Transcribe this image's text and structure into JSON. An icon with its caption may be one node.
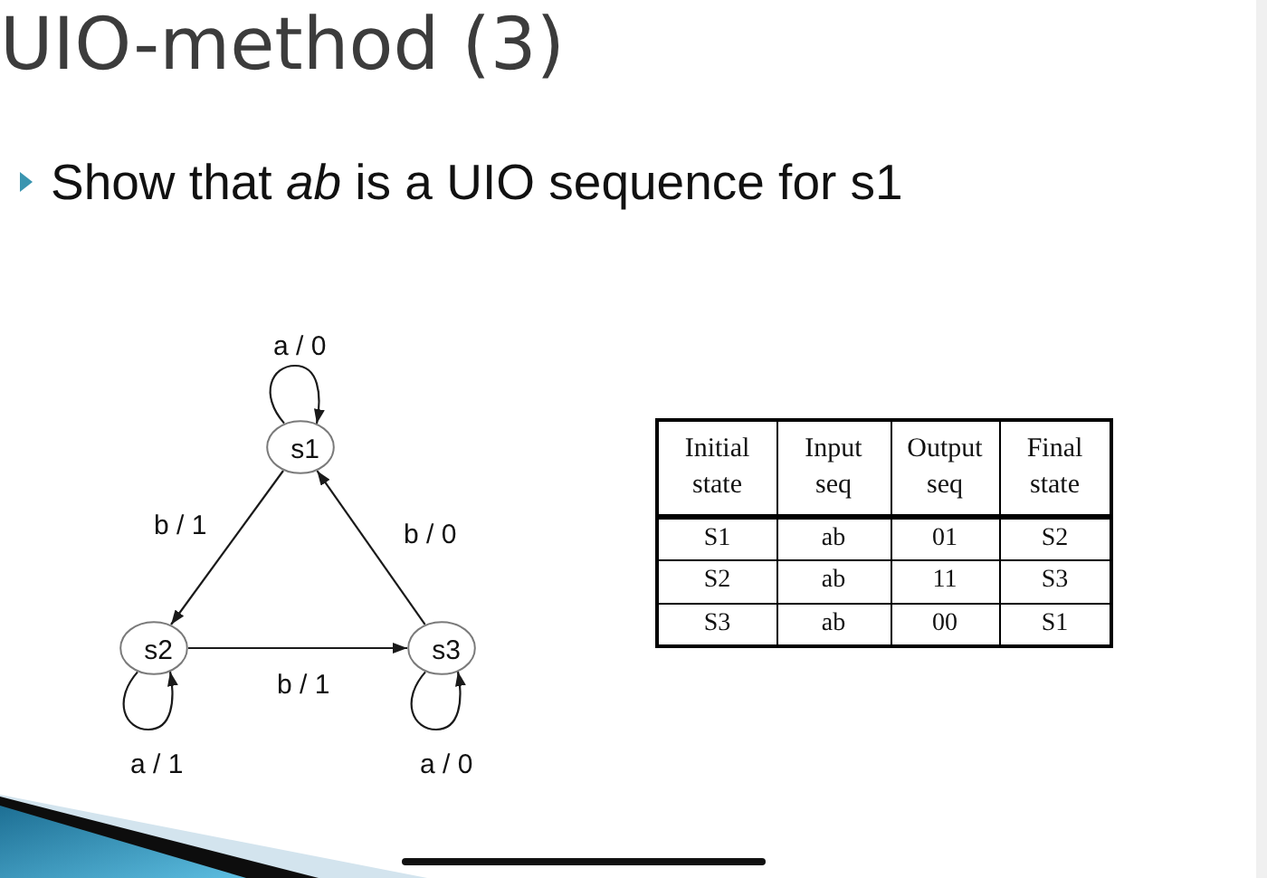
{
  "diagram": {
    "title": "UIO-method (3)",
    "nodes": [
      {
        "text": [
          "s1"
        ]
      },
      {
        "text": [
          "s2"
        ]
      },
      {
        "text": [
          "s3"
        ]
      }
    ],
    "edges": [
      {
        "from": 0,
        "to": 0,
        "arrow": "to",
        "label": "a / 0"
      },
      {
        "from": 0,
        "to": 1,
        "arrow": "to",
        "label": "b / 1"
      },
      {
        "from": 2,
        "to": 0,
        "arrow": "to",
        "label": "b / 0"
      },
      {
        "from": 1,
        "to": 2,
        "arrow": "to",
        "label": "b / 1"
      },
      {
        "from": 1,
        "to": 1,
        "arrow": "to",
        "label": "a / 1"
      },
      {
        "from": 2,
        "to": 2,
        "arrow": "to",
        "label": "a / 0"
      }
    ],
    "labels": [
      "Show that *ab* is a UIO sequence for s1",
      "Initial state",
      "Input seq",
      "Output seq",
      "Final state",
      "S1",
      "ab",
      "01",
      "S2",
      "S2",
      "ab",
      "11",
      "S3",
      "S3",
      "ab",
      "00",
      "S1"
    ]
  }
}
